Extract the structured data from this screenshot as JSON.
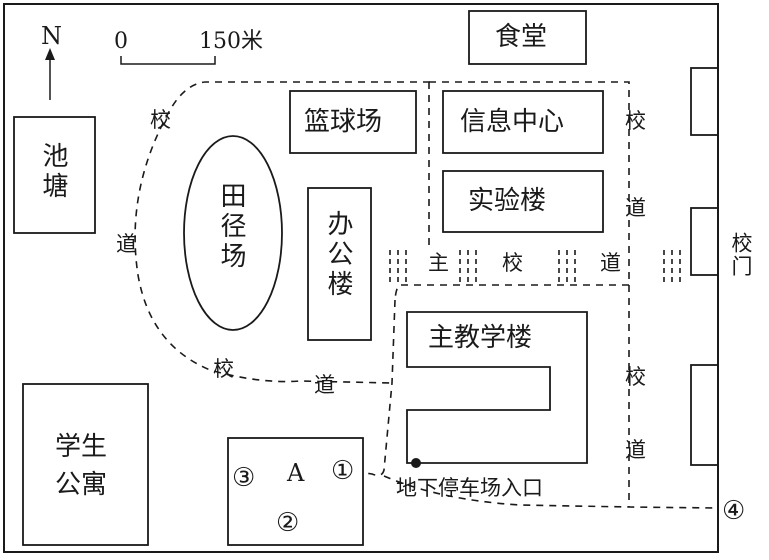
{
  "map": {
    "type": "campus-plan",
    "colors": {
      "line": "#1a1a1a",
      "background": "#ffffff"
    },
    "compass": {
      "label": "N",
      "icon": "north-arrow-icon"
    },
    "scale_bar": {
      "start": "0",
      "end": "150米"
    },
    "buildings": {
      "canteen": "食堂",
      "basketball_court": "篮球场",
      "info_center": "信息中心",
      "lab_building": "实验楼",
      "track_field": "田径场",
      "office_building": "办公楼",
      "pond": "池塘",
      "dormitory": "学生公寓",
      "main_teaching_building": "主教学楼"
    },
    "roads": {
      "campus_road_char_1": "校",
      "campus_road_char_2": "道",
      "main_road_char_1": "主",
      "main_road_char_2": "校",
      "main_road_char_3": "道"
    },
    "gate": "校门",
    "parking_entrance": "地下停车场入口",
    "site_A": {
      "label": "A",
      "points": [
        "①",
        "②",
        "③",
        "④"
      ]
    }
  }
}
